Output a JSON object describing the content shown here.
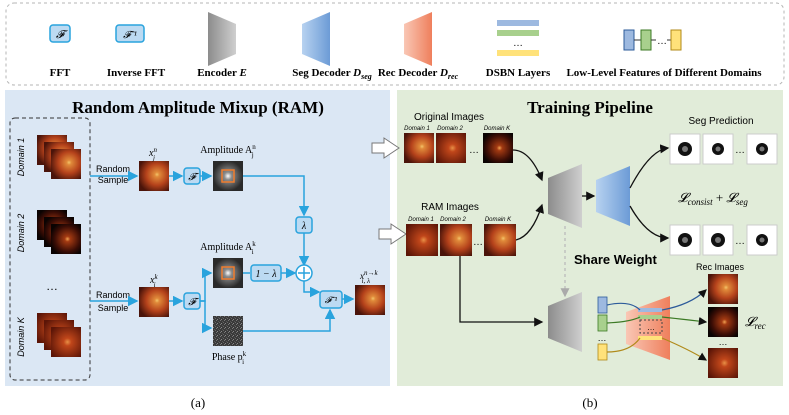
{
  "legend": {
    "fft_symbol": "𝓕",
    "ifft_symbol": "𝓕⁻¹",
    "fft_label": "FFT",
    "ifft_label": "Inverse FFT",
    "encoder_label_main": "Encoder",
    "encoder_label_sym": "E",
    "seg_decoder_label_main": "Seg Decoder",
    "seg_decoder_sym": "D",
    "seg_decoder_sub": "seg",
    "rec_decoder_label_main": "Rec Decoder",
    "rec_decoder_sym": "D",
    "rec_decoder_sub": "rec",
    "dsbn_label": "DSBN Layers",
    "dsbn_dots": "…",
    "lowlevel_label": "Low-Level Features of Different Domains",
    "lowlevel_dots": "…"
  },
  "ram_panel": {
    "title": "Random Amplitude Mixup (RAM)",
    "domains": [
      "Domain 1",
      "Domain 2",
      "Domain K"
    ],
    "domain_dots": "…",
    "random_sample": [
      "Random",
      "Sample"
    ],
    "xjn": "x",
    "xjn_sup": "n",
    "xjn_sub": "j",
    "xik": "x",
    "xik_sup": "k",
    "xik_sub": "i",
    "fft": "𝓕",
    "ifft": "𝓕⁻¹",
    "amp_j_label": "Amplitude A",
    "amp_j_sup": "n",
    "amp_j_sub": "j",
    "amp_i_label": "Amplitude A",
    "amp_i_sup": "k",
    "amp_i_sub": "i",
    "phase_label": "Phase p",
    "phase_sup": "k",
    "phase_sub": "i",
    "lambda": "λ",
    "one_minus_lambda": "1 − λ",
    "out_x": "x",
    "out_sup": "n→k",
    "out_sub": "i, λ",
    "caption": "(a)"
  },
  "training_panel": {
    "title": "Training Pipeline",
    "original_images": "Original Images",
    "ram_images": "RAM Images",
    "domains": [
      "Domain 1",
      "Domain 2",
      "Domain K"
    ],
    "dots": "…",
    "seg_prediction": "Seg Prediction",
    "loss_seg": "𝓛consist + 𝓛seg",
    "loss_consist_main": "𝓛",
    "loss_consist_sub": "consist",
    "loss_plus": " + ",
    "loss_seg_main": "𝓛",
    "loss_seg_sub": "seg",
    "share_weight": "Share Weight",
    "rec_images": "Rec Images",
    "loss_rec_main": "𝓛",
    "loss_rec_sub": "rec",
    "caption": "(b)"
  },
  "colors": {
    "ram_bg": "#dbe7f4",
    "train_bg": "#e1ecd9",
    "arrow_blue": "#29a3dd",
    "box_blue": "#bcdaf2",
    "encoder_gray": "#a9a9a9",
    "seg_decoder_blue": "#8fb6e3",
    "rec_decoder_orange": "#f5a58a",
    "dsbn_blue": "#9db9e0",
    "dsbn_green": "#a8d08d",
    "dsbn_yellow": "#ffe27a",
    "orange_frame": "#f07d2e"
  }
}
